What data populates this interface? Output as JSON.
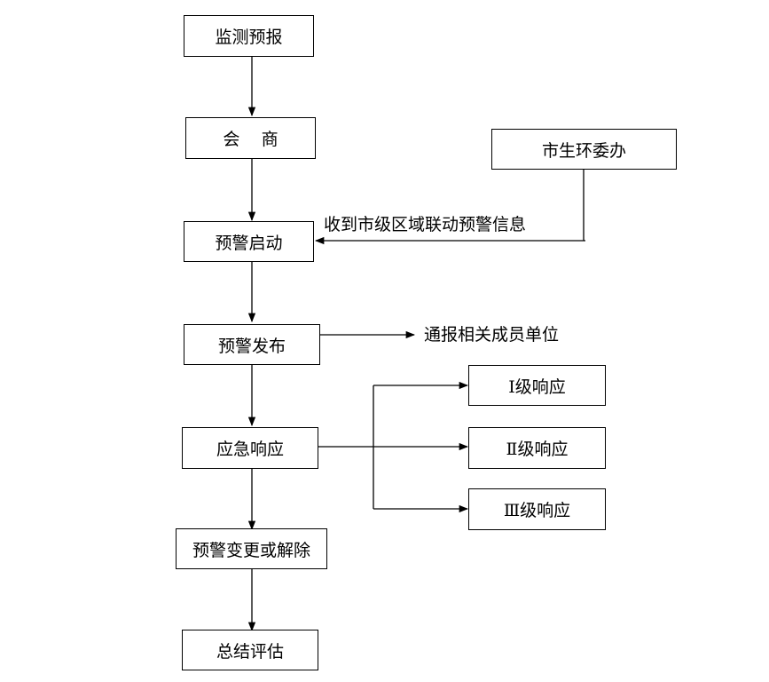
{
  "flow": {
    "monitor": "监测预报",
    "consult": "会    商",
    "start": "预警启动",
    "publish": "预警发布",
    "response": "应急响应",
    "change": "预警变更或解除",
    "evaluate": "总结评估"
  },
  "office": {
    "name": "市生环委办"
  },
  "levels": {
    "l1": "Ⅰ级响应",
    "l2": "Ⅱ级响应",
    "l3": "Ⅲ级响应"
  },
  "labels": {
    "receive": "收到市级区域联动预警信息",
    "notify": "通报相关成员单位"
  }
}
